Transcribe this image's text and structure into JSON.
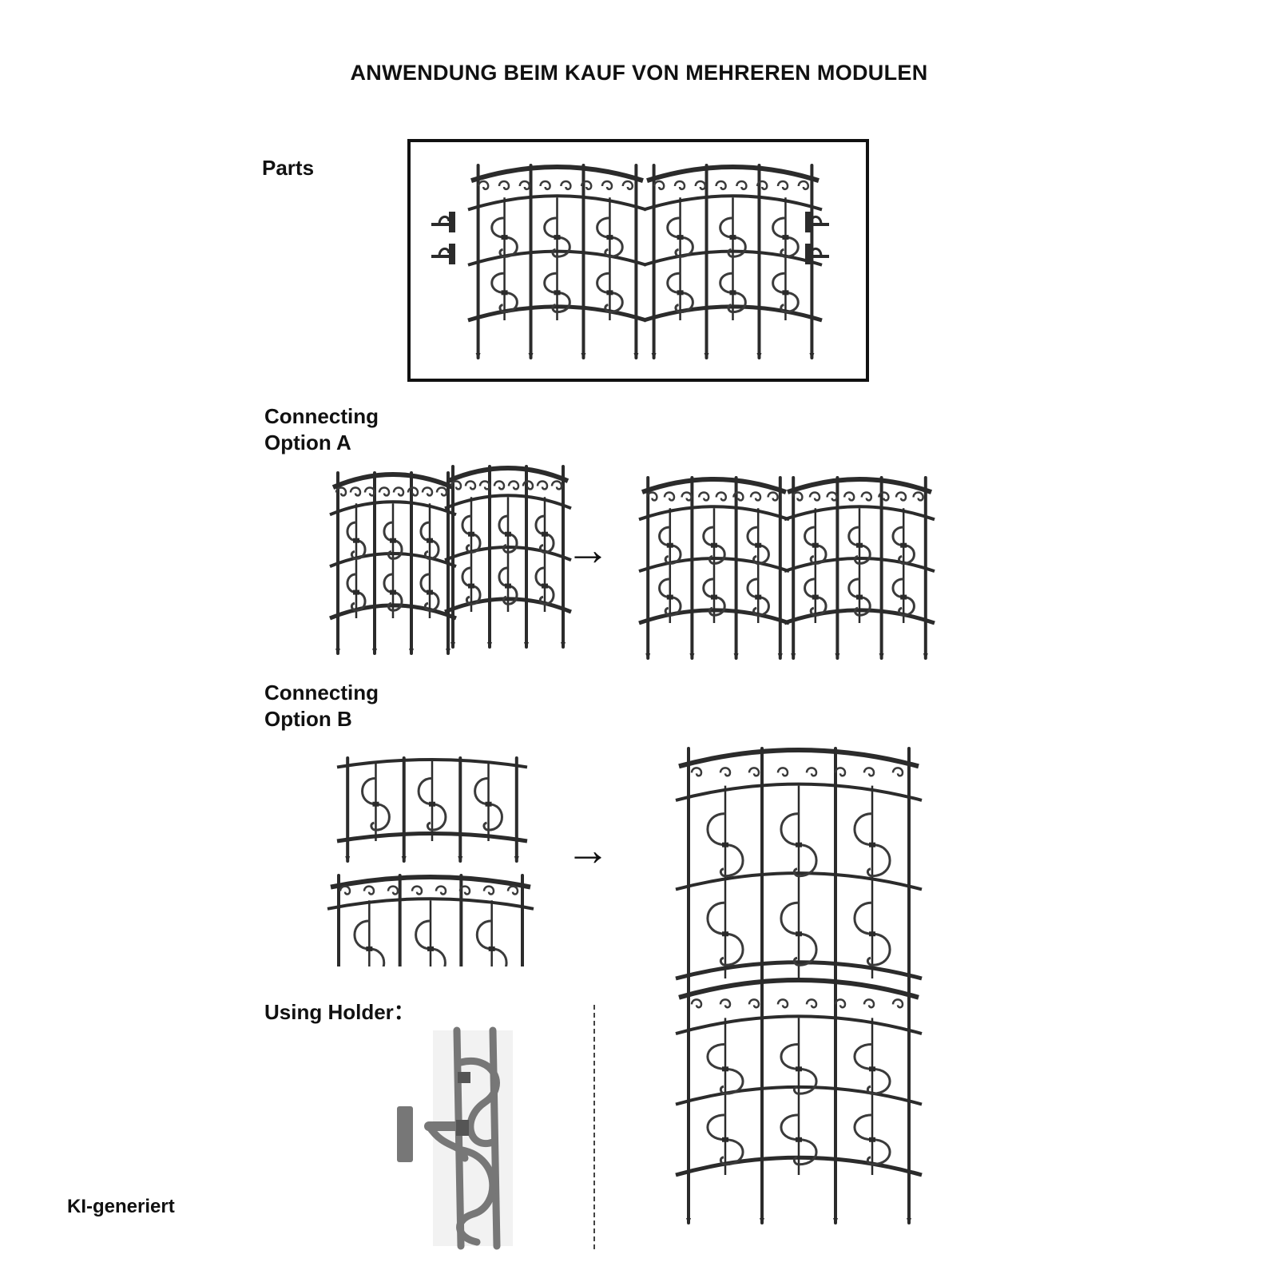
{
  "header": {
    "title": "ANWENDUNG BEIM KAUF VON MEHREREN MODULEN"
  },
  "sections": {
    "parts_label": "Parts",
    "option_a_line1": "Connecting",
    "option_a_line2": "Option A",
    "option_b_line1": "Connecting",
    "option_b_line2": "Option B",
    "holder_label": "Using Holder："
  },
  "arrows": {
    "symbol": "→"
  },
  "badge": {
    "text": "KI-generiert"
  },
  "colors": {
    "metal": "#2b2b2b",
    "scroll": "#3a3a3a",
    "text": "#111111"
  }
}
